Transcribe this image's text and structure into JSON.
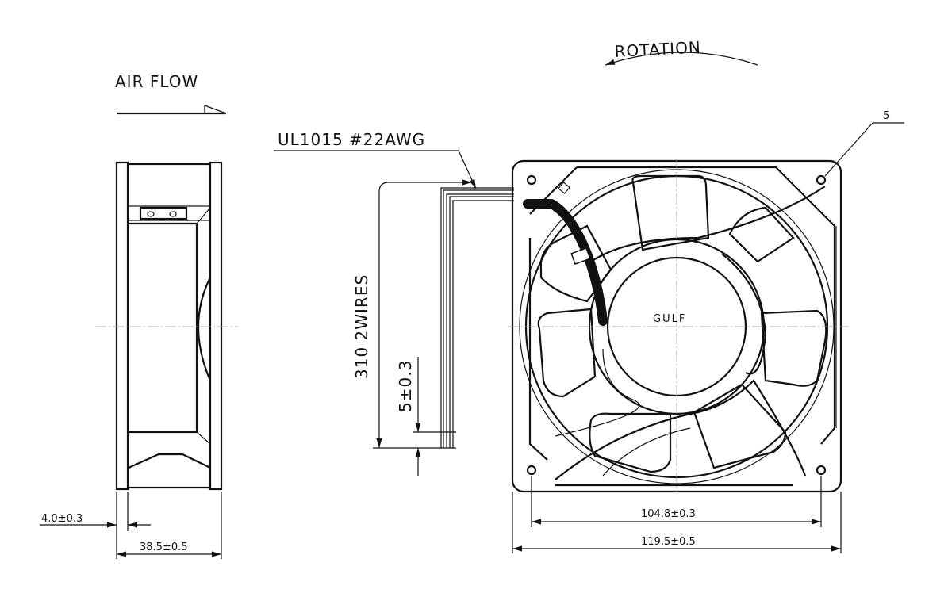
{
  "labels": {
    "air_flow": "AIR FLOW",
    "rotation": "ROTATION",
    "wire_spec": "UL1015  #22AWG",
    "lead_length": "310  2WIRES",
    "strip_length": "5±0.3",
    "brand": "GULF",
    "callout": "5"
  },
  "dimensions": {
    "frame_flange": "4.0±0.3",
    "depth": "38.5±0.5",
    "hole_pitch": "104.8±0.3",
    "overall_width": "119.5±0.5"
  }
}
